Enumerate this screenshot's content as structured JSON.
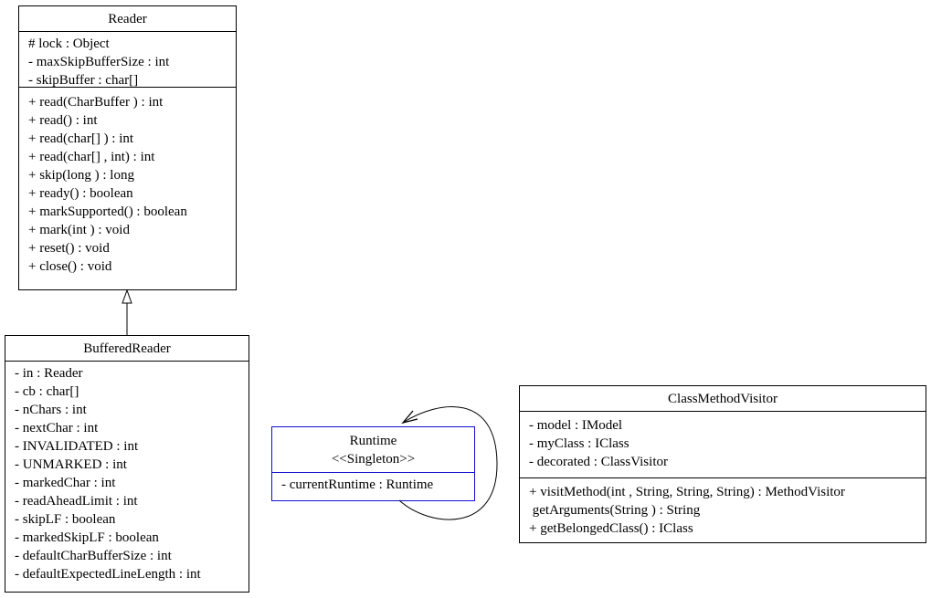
{
  "classes": {
    "reader": {
      "name": "Reader",
      "attributes": [
        "# lock : Object",
        "- maxSkipBufferSize : int",
        "- skipBuffer : char[]"
      ],
      "methods": [
        "+ read(CharBuffer ) : int",
        "+ read() : int",
        "+ read(char[] ) : int",
        "+ read(char[] , int) : int",
        "+ skip(long ) : long",
        "+ ready() : boolean",
        "+ markSupported() : boolean",
        "+ mark(int ) : void",
        "+ reset() : void",
        "+ close() : void"
      ]
    },
    "buffered_reader": {
      "name": "BufferedReader",
      "attributes": [
        "- in : Reader",
        "- cb : char[]",
        "- nChars : int",
        "- nextChar : int",
        "- INVALIDATED : int",
        "- UNMARKED : int",
        "- markedChar : int",
        "- readAheadLimit : int",
        "- skipLF : boolean",
        "- markedSkipLF : boolean",
        "- defaultCharBufferSize : int",
        "- defaultExpectedLineLength : int"
      ]
    },
    "runtime": {
      "name": "Runtime",
      "stereotype": "<<Singleton>>",
      "attributes": [
        "- currentRuntime : Runtime"
      ]
    },
    "class_method_visitor": {
      "name": "ClassMethodVisitor",
      "attributes": [
        "- model : IModel",
        "- myClass : IClass",
        "- decorated : ClassVisitor"
      ],
      "methods": [
        "+ visitMethod(int , String, String, String) : MethodVisitor",
        " getArguments(String ) : String",
        "+ getBelongedClass() : IClass"
      ]
    }
  },
  "colors": {
    "line": "#000000",
    "singleton_border": "#1010d0",
    "background": "#ffffff"
  },
  "relationships": [
    {
      "type": "generalization",
      "from": "BufferedReader",
      "to": "Reader"
    },
    {
      "type": "association",
      "from": "Runtime",
      "to": "Runtime"
    }
  ]
}
